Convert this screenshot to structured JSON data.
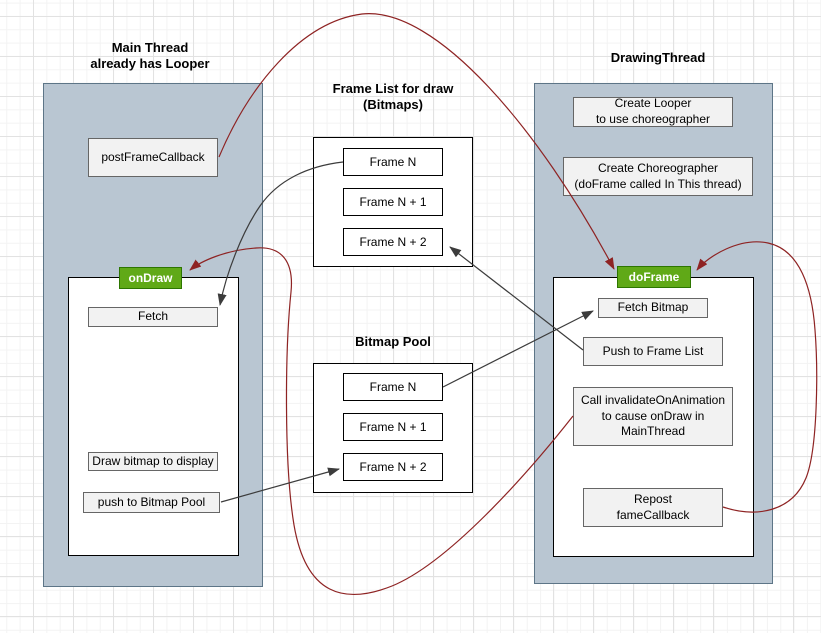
{
  "colors": {
    "container_fill": "#b9c6d2",
    "container_stroke": "#5d7587",
    "inner_fill": "#ffffff",
    "inner_stroke": "#000000",
    "box_fill": "#f2f2f2",
    "box_stroke": "#666666",
    "green_fill": "#60a917",
    "green_stroke": "#2d7600",
    "green_text": "#ffffff",
    "red_arrow": "#8e2323",
    "black_arrow": "#3c3c3c",
    "grid_minor": "#f3f3f3",
    "grid_major": "#e2e2e2"
  },
  "main_thread": {
    "title_line1": "Main Thread",
    "title_line2": "already has Looper",
    "post_frame_callback": "postFrameCallback",
    "on_draw_label": "onDraw",
    "fetch": "Fetch",
    "draw_bitmap": "Draw bitmap to display",
    "push_to_pool": "push to Bitmap Pool"
  },
  "frame_list": {
    "title_line1": "Frame List for draw",
    "title_line2": "(Bitmaps)",
    "items": [
      "Frame N",
      "Frame N + 1",
      "Frame N + 2"
    ]
  },
  "bitmap_pool": {
    "title": "Bitmap Pool",
    "items": [
      "Frame N",
      "Frame N + 1",
      "Frame N + 2"
    ]
  },
  "drawing_thread": {
    "title": "DrawingThread",
    "create_looper_line1": "Create Looper",
    "create_looper_line2": "to use choreographer",
    "create_choreographer_line1": "Create Choreographer",
    "create_choreographer_line2": "(doFrame called In This thread)",
    "do_frame_label": "doFrame",
    "fetch_bitmap": "Fetch Bitmap",
    "push_to_frame_list": "Push to Frame List",
    "invalidate_line1": "Call invalidateOnAnimation",
    "invalidate_line2": "to cause onDraw in",
    "invalidate_line3": "MainThread",
    "repost_line1": "Repost",
    "repost_line2": "fameCallback"
  },
  "edges": [
    {
      "from": "postFrameCallback",
      "to": "doFrame",
      "style": "red-curve"
    },
    {
      "from": "Call invalidateOnAnimation",
      "to": "onDraw",
      "style": "red-curve"
    },
    {
      "from": "Repost fameCallback",
      "to": "doFrame",
      "style": "red-curve"
    },
    {
      "from": "Frame List Frame N",
      "to": "Fetch",
      "style": "black-curve"
    },
    {
      "from": "push to Bitmap Pool",
      "to": "Bitmap Pool Frame N + 2",
      "style": "black-line"
    },
    {
      "from": "Bitmap Pool Frame N",
      "to": "Fetch Bitmap",
      "style": "black-line"
    },
    {
      "from": "Push to Frame List",
      "to": "Frame List Frame N + 2",
      "style": "black-line"
    }
  ]
}
